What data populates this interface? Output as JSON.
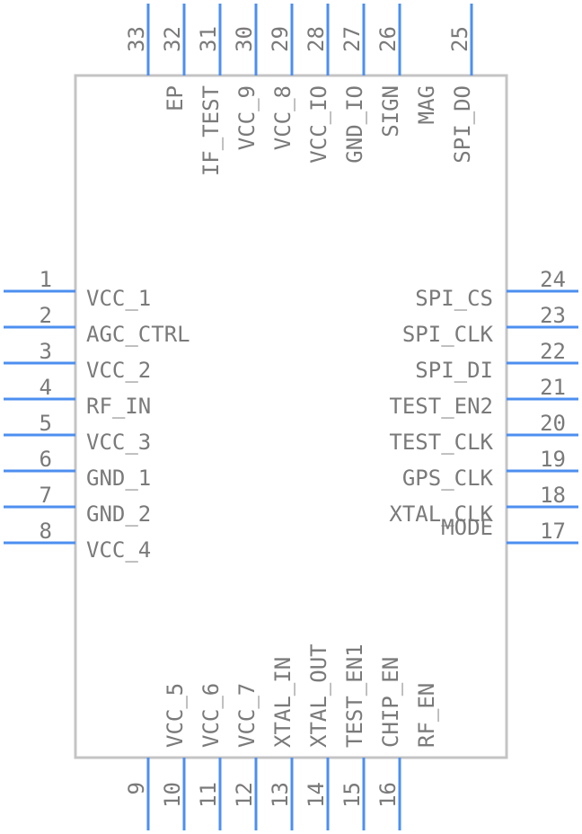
{
  "component": {
    "pins_left": [
      {
        "num": "1",
        "name": "VCC_1"
      },
      {
        "num": "2",
        "name": "AGC_CTRL"
      },
      {
        "num": "3",
        "name": "VCC_2"
      },
      {
        "num": "4",
        "name": "RF_IN"
      },
      {
        "num": "5",
        "name": "VCC_3"
      },
      {
        "num": "6",
        "name": "GND_1"
      },
      {
        "num": "7",
        "name": "GND_2"
      },
      {
        "num": "8",
        "name": "VCC_4"
      }
    ],
    "pins_right": [
      {
        "num": "24",
        "name": "SPI_CS"
      },
      {
        "num": "23",
        "name": "SPI_CLK"
      },
      {
        "num": "22",
        "name": "SPI_DI"
      },
      {
        "num": "21",
        "name": "TEST_EN2"
      },
      {
        "num": "20",
        "name": "TEST_CLK"
      },
      {
        "num": "19",
        "name": "GPS_CLK"
      },
      {
        "num": "18",
        "name": "XTAL_CLK"
      },
      {
        "num": "17",
        "name": "MODE"
      }
    ],
    "pins_bottom": [
      {
        "num": "9",
        "name": ""
      },
      {
        "num": "10",
        "name": "VCC_5"
      },
      {
        "num": "11",
        "name": "VCC_6"
      },
      {
        "num": "12",
        "name": "VCC_7"
      },
      {
        "num": "13",
        "name": "XTAL_IN"
      },
      {
        "num": "14",
        "name": "XTAL_OUT"
      },
      {
        "num": "15",
        "name": "TEST_EN1"
      },
      {
        "num": "16",
        "name": "CHIP_EN"
      },
      {
        "num": "",
        "name": "RF_EN"
      }
    ],
    "pins_top": [
      {
        "num": "33",
        "name": ""
      },
      {
        "num": "32",
        "name": "EP"
      },
      {
        "num": "31",
        "name": "IF_TEST"
      },
      {
        "num": "30",
        "name": "VCC_9"
      },
      {
        "num": "29",
        "name": "VCC_8"
      },
      {
        "num": "28",
        "name": "VCC_IO"
      },
      {
        "num": "27",
        "name": "GND_IO"
      },
      {
        "num": "26",
        "name": "SIGN"
      },
      {
        "num": "",
        "name": "MAG"
      },
      {
        "num": "25",
        "name": "SPI_DO"
      }
    ],
    "colors": {
      "pin": "#4d8ff0",
      "body_outline": "#c4c4c4",
      "text": "#7a7a7a"
    }
  }
}
